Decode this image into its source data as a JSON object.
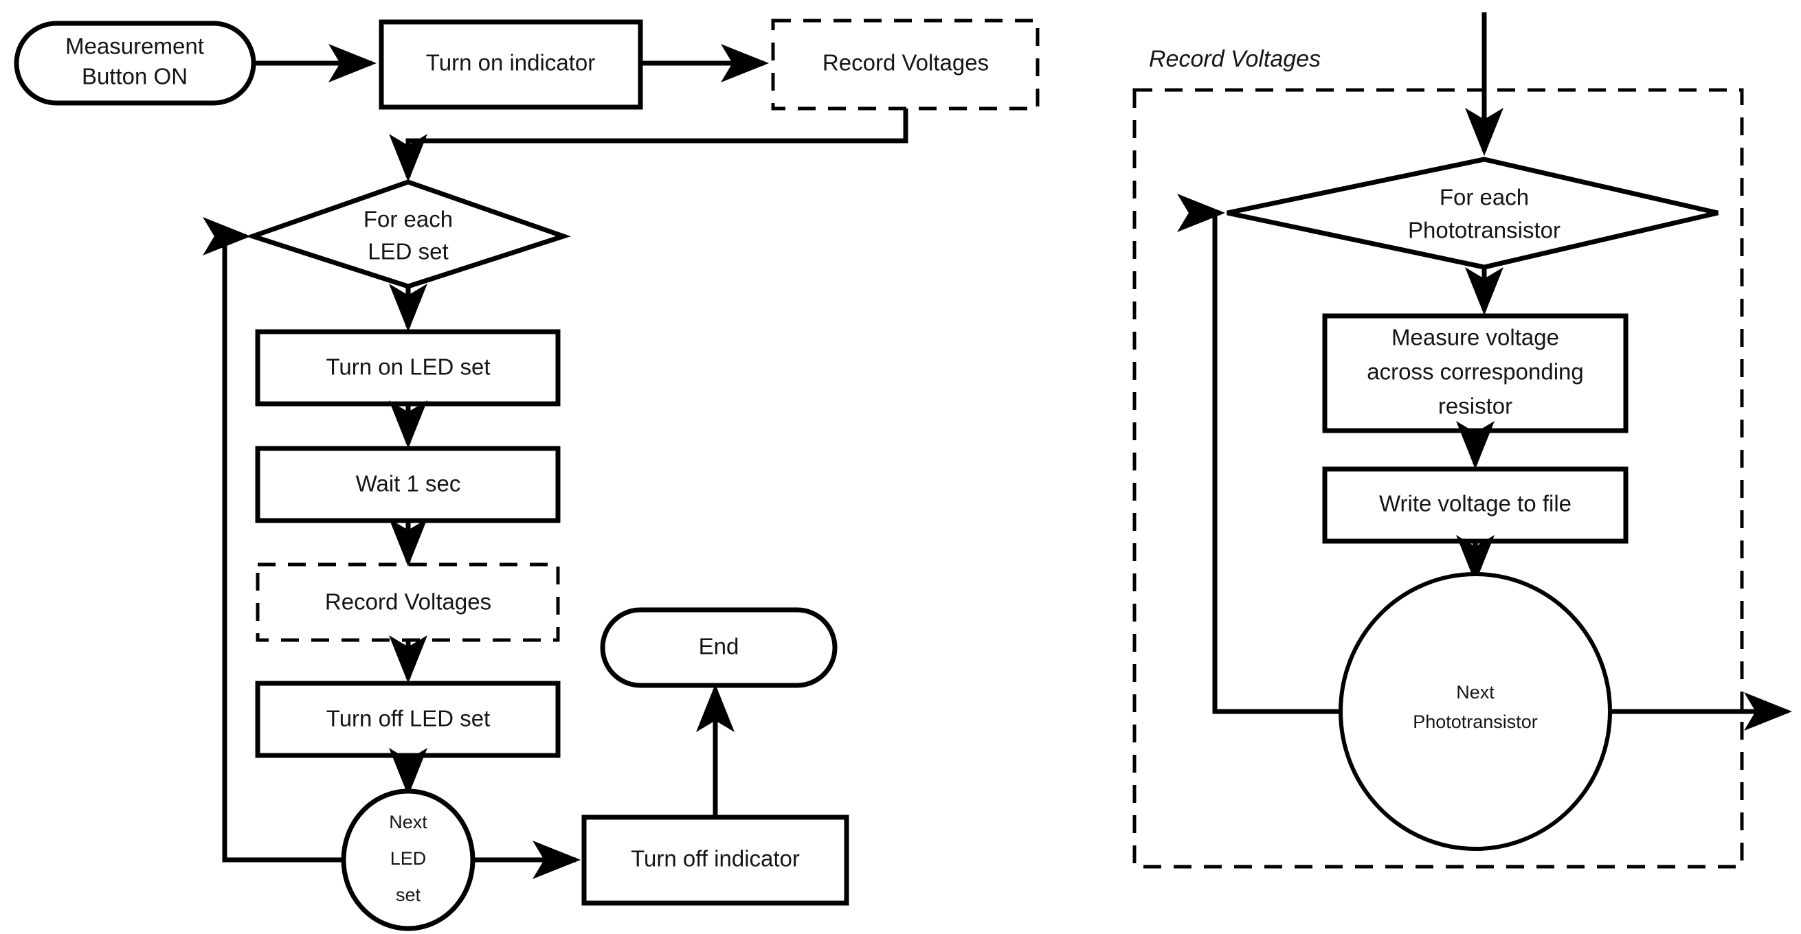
{
  "diagram": {
    "title_right_group": "Record Voltages",
    "main_flow": {
      "start_node": "Measurement\nButton ON",
      "start_line1": "Measurement",
      "start_line2": "Button ON",
      "turn_on_indicator": "Turn on indicator",
      "record_voltages_call_top": "Record Voltages",
      "loop_decision_line1": "For each",
      "loop_decision_line2": "LED set",
      "turn_on_led_set": "Turn on LED set",
      "wait_1_sec": "Wait 1 sec",
      "record_voltages_call_inner": "Record Voltages",
      "turn_off_led_set": "Turn off LED set",
      "next_led_line1": "Next",
      "next_led_line2": "LED",
      "next_led_line3": "set",
      "turn_off_indicator": "Turn off indicator",
      "end_node": "End"
    },
    "subroutine": {
      "group_label": "Record Voltages",
      "decision_line1": "For each",
      "decision_line2": "Phototransistor",
      "measure_line1": "Measure voltage",
      "measure_line2": "across corresponding",
      "measure_line3": "resistor",
      "write_voltage": "Write voltage to file",
      "next_pt_line1": "Next",
      "next_pt_line2": "Phototransistor"
    },
    "colors": {
      "stroke": "#000000",
      "fill": "#ffffff",
      "text": "#151515"
    }
  }
}
